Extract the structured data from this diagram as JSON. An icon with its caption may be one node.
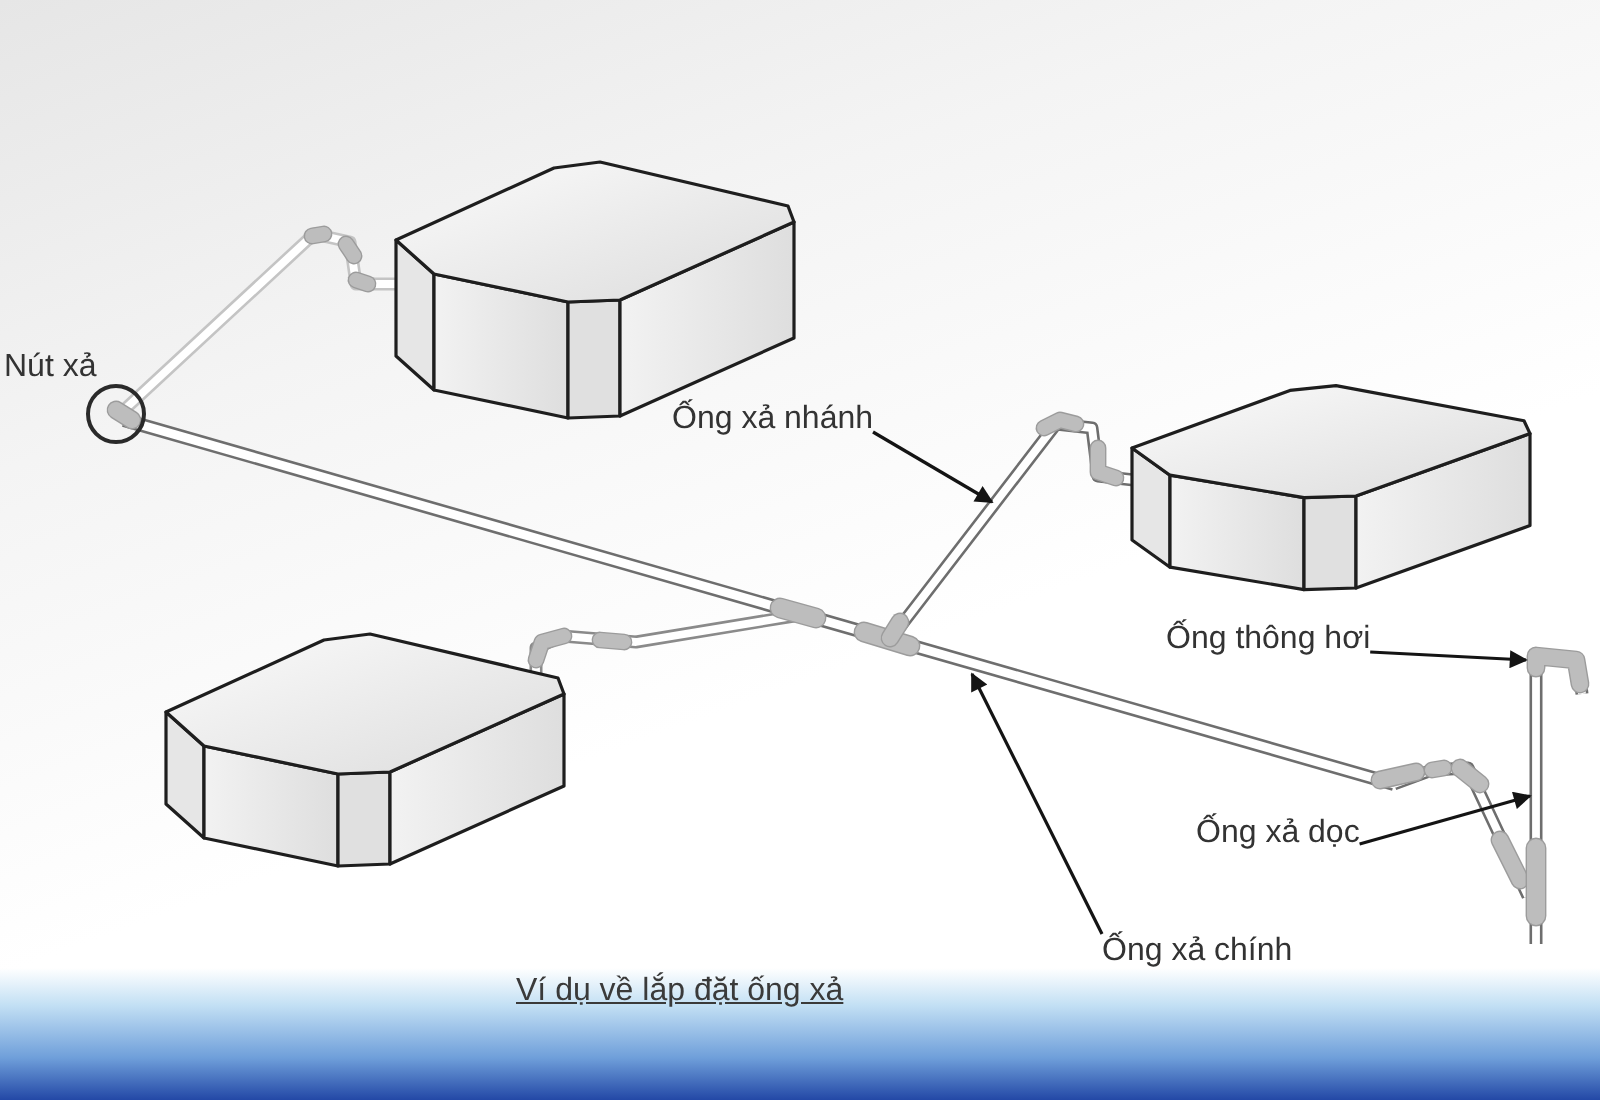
{
  "diagram": {
    "caption": "Ví dụ về lắp đặt ống xả",
    "nodes": [
      {
        "text": [
          "Ống xả nhánh"
        ]
      },
      {
        "text": [
          "Ống thông hơi"
        ]
      },
      {
        "text": [
          "Ống xả dọc"
        ]
      },
      {
        "text": [
          "Ống xả chính"
        ]
      }
    ],
    "edges": [
      {
        "from": 0,
        "to": null,
        "arrow": "to"
      },
      {
        "from": 1,
        "to": null,
        "arrow": "to"
      },
      {
        "from": 2,
        "to": null,
        "arrow": "to"
      },
      {
        "from": 3,
        "to": null,
        "arrow": "to"
      }
    ],
    "labels": [
      "Nút xả"
    ]
  }
}
